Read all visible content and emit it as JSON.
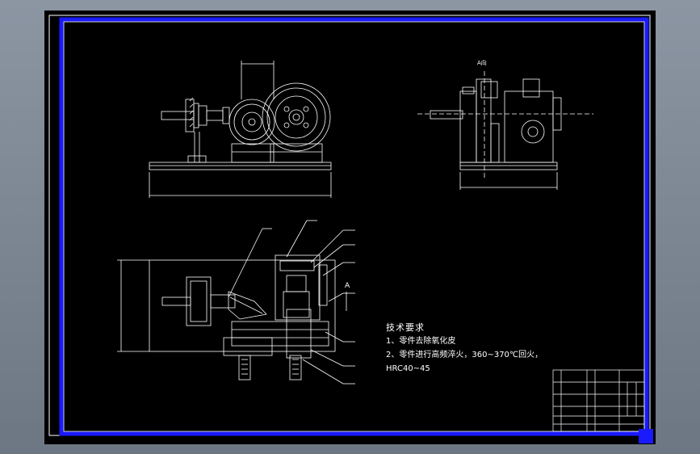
{
  "drawing": {
    "view_label_a": "A向",
    "section_marker": "A",
    "tech_requirements": {
      "title": "技术要求",
      "items": [
        "1、零件去除氧化皮",
        "2、零件进行高频淬火，360~370℃回火，",
        "HRC40~45"
      ]
    },
    "colors": {
      "background": "#000000",
      "frame": "#1a1aff",
      "lines": "#ffffff",
      "window": "#7a8593"
    },
    "icons": [
      "blue-corner-square"
    ]
  }
}
